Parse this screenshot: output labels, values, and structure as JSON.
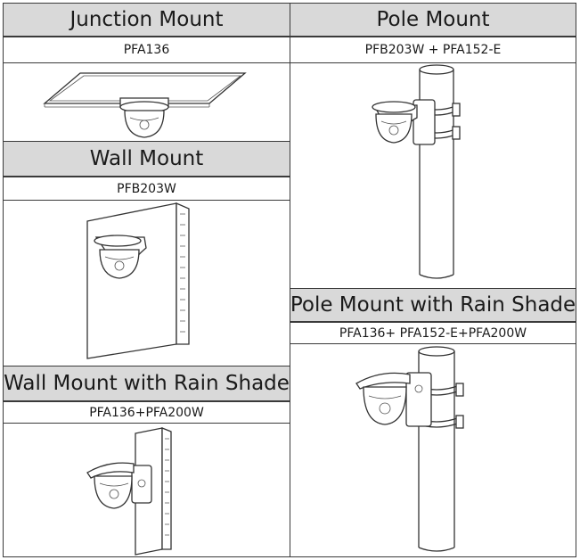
{
  "sections": {
    "junction": {
      "title": "Junction Mount",
      "model": "PFA136"
    },
    "pole": {
      "title": "Pole Mount",
      "model": "PFB203W + PFA152-E"
    },
    "wall": {
      "title": "Wall Mount",
      "model": "PFB203W"
    },
    "pole_rain": {
      "title": "Pole Mount with Rain Shade",
      "model": "PFA136+ PFA152-E+PFA200W"
    },
    "wall_rain": {
      "title": "Wall Mount with Rain Shade",
      "model": "PFA136+PFA200W"
    }
  },
  "colors": {
    "header_bg": "#d9d9d9",
    "border": "#3a3a3a",
    "line": "#333333"
  }
}
